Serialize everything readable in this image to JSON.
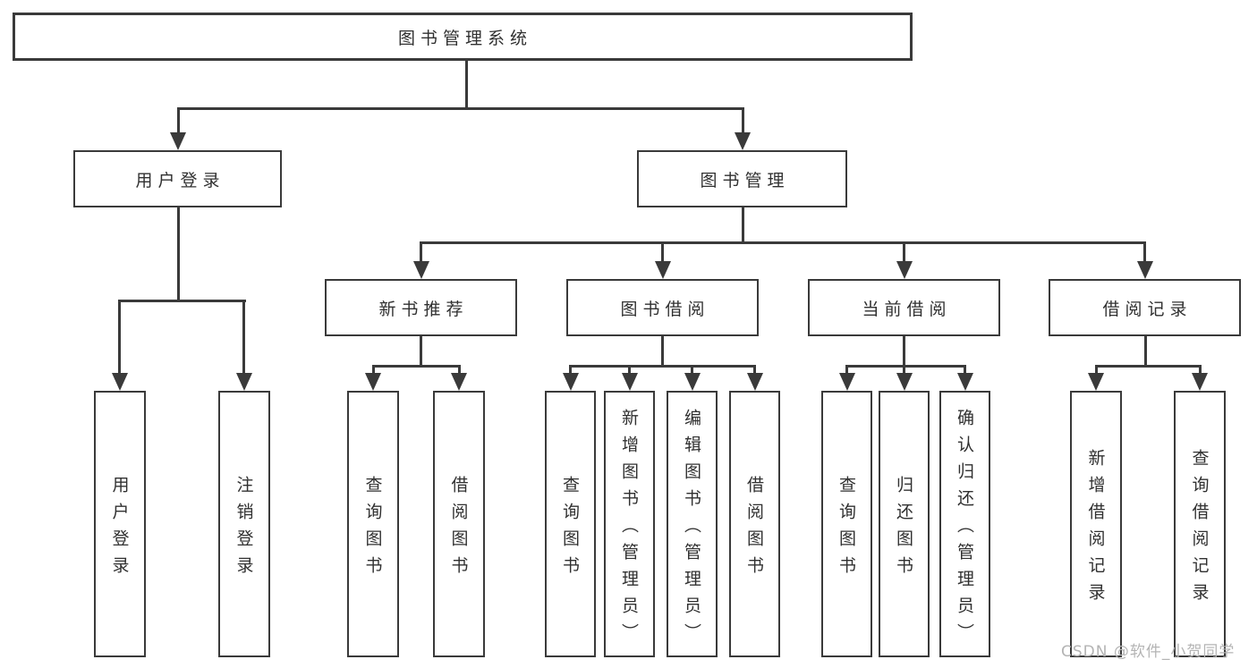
{
  "title": "图书管理系统",
  "watermark": "CSDN @软件_小贺同学",
  "colors": {
    "background": "#ffffff",
    "line": "#3a3a3a",
    "box_border": "#3a3a3a",
    "text": "#303030",
    "watermark": "#b4b4b4"
  },
  "tree": {
    "label": "图书管理系统",
    "children": [
      {
        "label": "用户登录",
        "children": [
          {
            "label": "用户登录"
          },
          {
            "label": "注销登录"
          }
        ]
      },
      {
        "label": "图书管理",
        "children": [
          {
            "label": "新书推荐",
            "children": [
              {
                "label": "查询图书"
              },
              {
                "label": "借阅图书"
              }
            ]
          },
          {
            "label": "图书借阅",
            "children": [
              {
                "label": "查询图书"
              },
              {
                "label": "新增图书（管理员）"
              },
              {
                "label": "编辑图书（管理员）"
              },
              {
                "label": "借阅图书"
              }
            ]
          },
          {
            "label": "当前借阅",
            "children": [
              {
                "label": "查询图书"
              },
              {
                "label": "归还图书"
              },
              {
                "label": "确认归还（管理员）"
              }
            ]
          },
          {
            "label": "借阅记录",
            "children": [
              {
                "label": "新增借阅记录"
              },
              {
                "label": "查询借阅记录"
              }
            ]
          }
        ]
      }
    ]
  }
}
